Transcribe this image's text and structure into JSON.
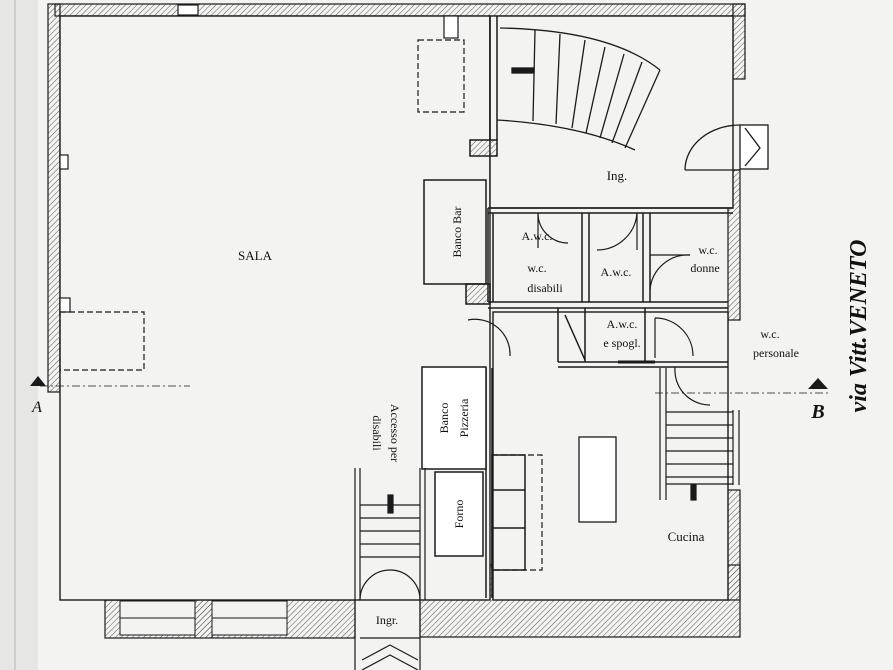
{
  "rooms": {
    "sala": "SALA",
    "ingresso": "Ing.",
    "banco_bar": "Banco Bar",
    "awc_1": "A.w.c.",
    "wc_disabili_1": "w.c.",
    "wc_disabili_2": "disabili",
    "awc_2": "A.w.c.",
    "wc_donne_1": "w.c.",
    "wc_donne_2": "donne",
    "awc_spogl_1": "A.w.c.",
    "awc_spogl_2": "e spogl.",
    "wc_personale_1": "w.c.",
    "wc_personale_2": "personale",
    "banco_pizzeria_1": "Banco",
    "banco_pizzeria_2": "Pizzeria",
    "forno": "Forno",
    "cucina": "Cucina",
    "ingr": "Ingr.",
    "accesso_disabili_1": "Accesso per",
    "accesso_disabili_2": "disabili"
  },
  "section": {
    "marker_a": "A",
    "marker_b": "B"
  },
  "street": "via Vitt.VENETO",
  "colors": {
    "wall": "#1a1a1a",
    "hatch": "#555555",
    "paper": "#f3f3f1"
  }
}
